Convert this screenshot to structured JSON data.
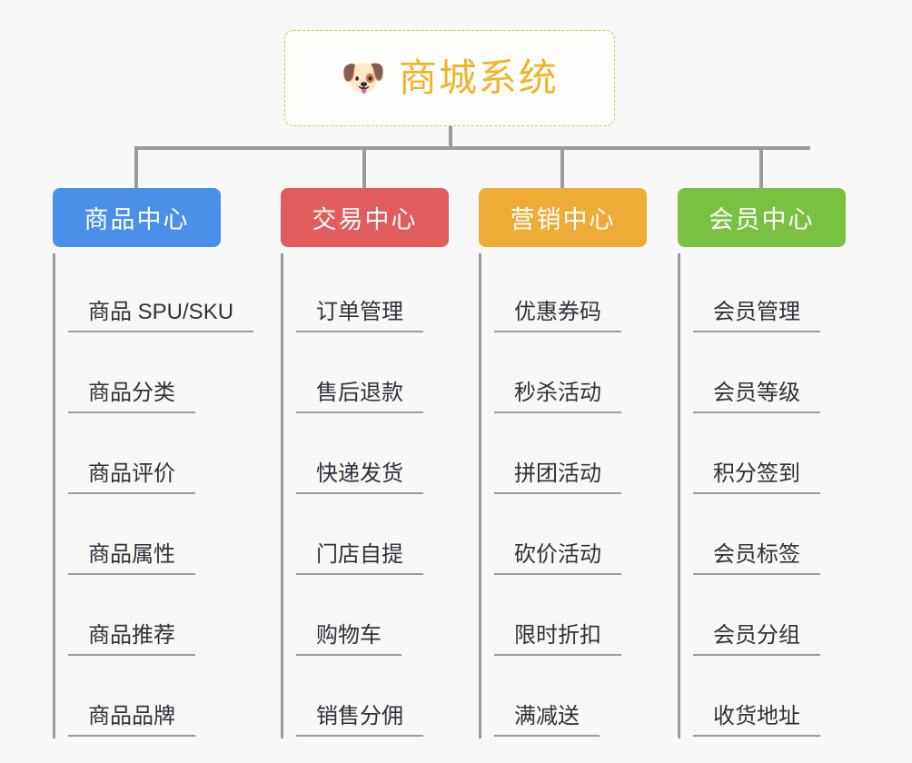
{
  "root": {
    "icon": "dog-face-icon",
    "emoji": "🐶",
    "title": "商城系统",
    "border_color": "#e8b860",
    "title_color": "#f0b429"
  },
  "background_color": "#f8f8f8",
  "connector_color": "#9a9a9a",
  "categories": [
    {
      "label": "商品中心",
      "color": "#4a90e8",
      "items": [
        {
          "label": "商品 SPU/SKU"
        },
        {
          "label": "商品分类"
        },
        {
          "label": "商品评价"
        },
        {
          "label": "商品属性"
        },
        {
          "label": "商品推荐"
        },
        {
          "label": "商品品牌"
        }
      ]
    },
    {
      "label": "交易中心",
      "color": "#e15c5c",
      "items": [
        {
          "label": "订单管理"
        },
        {
          "label": "售后退款"
        },
        {
          "label": "快递发货"
        },
        {
          "label": "门店自提"
        },
        {
          "label": "购物车"
        },
        {
          "label": "销售分佣"
        }
      ]
    },
    {
      "label": "营销中心",
      "color": "#eeab37",
      "items": [
        {
          "label": "优惠券码"
        },
        {
          "label": "秒杀活动"
        },
        {
          "label": "拼团活动"
        },
        {
          "label": "砍价活动"
        },
        {
          "label": "限时折扣"
        },
        {
          "label": "满减送"
        }
      ]
    },
    {
      "label": "会员中心",
      "color": "#7ac143",
      "items": [
        {
          "label": "会员管理"
        },
        {
          "label": "会员等级"
        },
        {
          "label": "积分签到"
        },
        {
          "label": "会员标签"
        },
        {
          "label": "会员分组"
        },
        {
          "label": "收货地址"
        }
      ]
    }
  ]
}
